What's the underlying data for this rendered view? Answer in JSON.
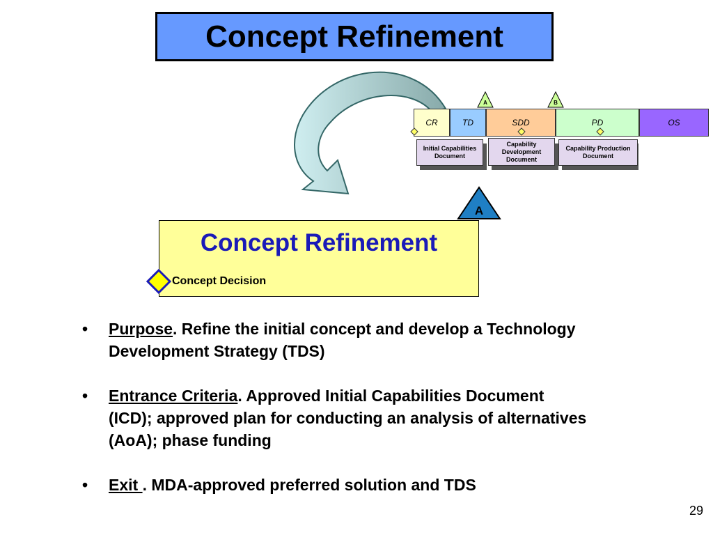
{
  "title": "Concept Refinement",
  "phases": [
    {
      "label": "CR",
      "color": "#ffffcc"
    },
    {
      "label": "TD",
      "color": "#99ccff"
    },
    {
      "label": "SDD",
      "color": "#ffcc99"
    },
    {
      "label": "PD",
      "color": "#ccffcc"
    },
    {
      "label": "OS",
      "color": "#9966ff"
    }
  ],
  "milestone_a_small": "A",
  "milestone_b_small": "B",
  "documents": [
    "Initial Capabilities Document",
    "Capability Development Document",
    "Capability Production Document"
  ],
  "milestone_a": "A",
  "box": {
    "heading": "Concept Refinement",
    "decision": "Concept Decision"
  },
  "bullets": [
    {
      "label": "Purpose",
      "text": ".  Refine the initial concept and develop a Technology Development Strategy (TDS)"
    },
    {
      "label": "Entrance Criteria",
      "text": ".  Approved Initial Capabilities Document (ICD); approved plan for conducting an analysis of alternatives (AoA); phase funding"
    },
    {
      "label": "Exit ",
      "text": ".  MDA-approved preferred solution and TDS"
    }
  ],
  "bullet_symbol": "•",
  "page_number": "29"
}
